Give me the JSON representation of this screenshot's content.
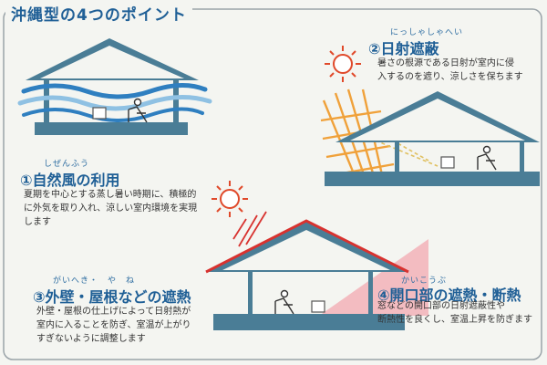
{
  "title": "沖縄型の4つのポイント",
  "points": [
    {
      "ruby": "しぜんふう",
      "number": "①",
      "heading": "自然風の利用",
      "lines": [
        "夏期を中心とする蒸し暑い時期に、積極的",
        "に外気を取り入れ、涼しい室内環境を実現",
        "します"
      ]
    },
    {
      "ruby": "にっしゃしゃへい",
      "number": "②",
      "heading": "日射遮蔽",
      "lines": [
        "暑さの根源である日射が室内に侵",
        "入するのを遮り、涼しさを保ちます"
      ]
    },
    {
      "ruby": "がいへき・　や　ね",
      "number": "③",
      "heading": "外壁・屋根などの遮熱",
      "lines": [
        "外壁・屋根の仕上げによって日射熱が",
        "室内に入ることを防ぎ、室温が上がり",
        "すぎないように調整します"
      ]
    },
    {
      "ruby": "かいこうぶ",
      "number": "④",
      "heading": "開口部の遮熱・断熱",
      "lines": [
        "窓などの開口部の日射遮蔽性や",
        "断熱性を良くし、室温上昇を防ぎます"
      ]
    }
  ],
  "colors": {
    "heading": "#1f5f96",
    "house": "#4a7d96",
    "sun": "#e0492a",
    "rays": "#f0a13a",
    "roof_heat": "#d8322f",
    "window_glow": "#f3a8b0"
  },
  "icons": [
    "house-icon",
    "wind-icon",
    "sun-icon",
    "person-in-chair-icon",
    "tv-icon",
    "lattice-screen-icon"
  ]
}
